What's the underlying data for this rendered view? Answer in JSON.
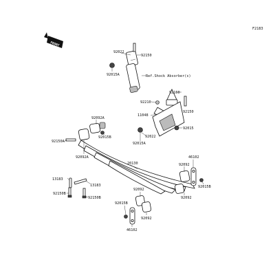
{
  "diagram_code": "F2183",
  "ref_note": "Ref.Shock Absorber(s)",
  "front_tag": "FRONT",
  "labels": {
    "l92022_top": "92022",
    "l92150_top": "92150",
    "l92015A_top": "92015A",
    "l92160": "92160",
    "l92210": "92210",
    "l11048": "11048",
    "l92150_mid": "92150",
    "l92015_mid": "92015",
    "l92022_mid": "92022",
    "l92015A_mid": "92015A",
    "l92092A_top": "92092A",
    "l92015B_left": "92015B",
    "l92150A": "92150A",
    "l92092A_left": "92092A",
    "l20130": "20130",
    "l46102_right": "46102",
    "l92092_right_top": "92092",
    "l92015B_right": "92015B",
    "l92092_right_bot": "92092",
    "l13183_left": "13183",
    "l13183_mid": "13183",
    "l92150B_left": "92150B",
    "l92150B_mid": "92150B",
    "l92092_center": "92092",
    "l92015B_bot": "92015B",
    "l92092_bot": "92092",
    "l46102_bot": "46102"
  }
}
